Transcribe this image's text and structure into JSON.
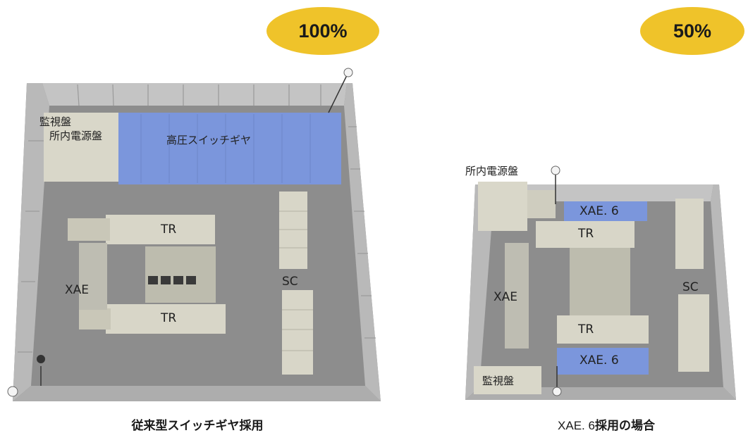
{
  "left": {
    "badge": "100%",
    "labels": {
      "monitor_panel": "監視盤",
      "station_panel": "所内電源盤",
      "hv_switchgear": "高圧スイッチギヤ",
      "tr_top": "TR",
      "tr_bottom": "TR",
      "xae": "XAE",
      "sc": "SC"
    },
    "caption": "従来型スイッチギヤ採用"
  },
  "right": {
    "badge": "50%",
    "labels": {
      "station_panel": "所内電源盤",
      "xae6_top": "XAE. 6",
      "xae6_bottom": "XAE. 6",
      "tr_top": "TR",
      "tr_bottom": "TR",
      "xae": "XAE",
      "sc": "SC",
      "monitor_panel": "監視盤"
    },
    "caption_prefix": "XAE. 6",
    "caption_suffix": "採用の場合"
  },
  "colors": {
    "badge": "#efc32a",
    "floor": "#8f8f8f",
    "wall": "#c9c9c9",
    "equipment": "#d8d6c8",
    "switchgear_blue": "#7c95d8"
  }
}
